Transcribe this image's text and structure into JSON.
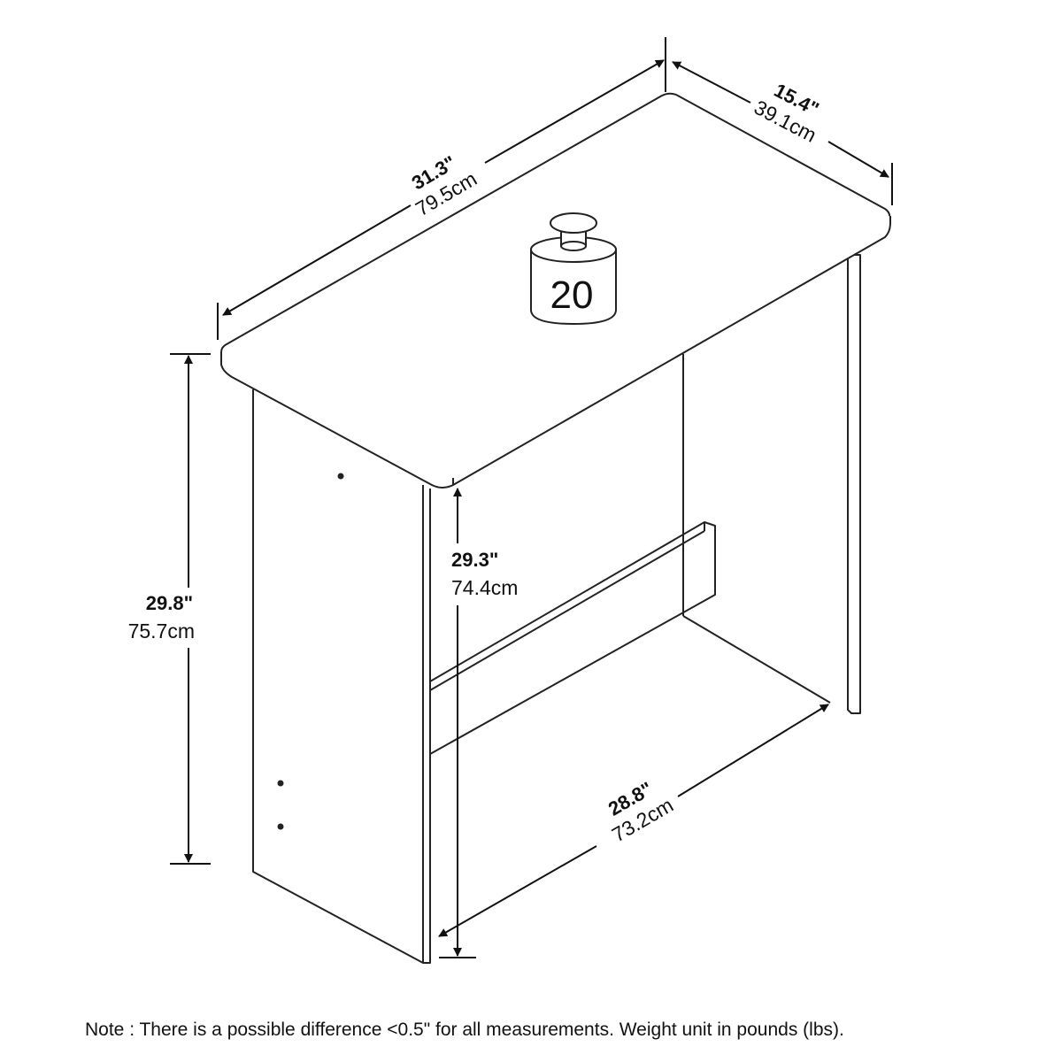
{
  "diagram": {
    "weight_value": "20",
    "dimensions": {
      "top_length": {
        "imperial": "31.3\"",
        "metric": "79.5cm"
      },
      "top_depth": {
        "imperial": "15.4\"",
        "metric": "39.1cm"
      },
      "overall_height": {
        "imperial": "29.8\"",
        "metric": "75.7cm"
      },
      "clearance_height": {
        "imperial": "29.3\"",
        "metric": "74.4cm"
      },
      "leg_width": {
        "imperial": "28.8\"",
        "metric": "73.2cm"
      }
    }
  },
  "note": "Note : There is a possible difference <0.5\" for all measurements. Weight unit in pounds (lbs)."
}
